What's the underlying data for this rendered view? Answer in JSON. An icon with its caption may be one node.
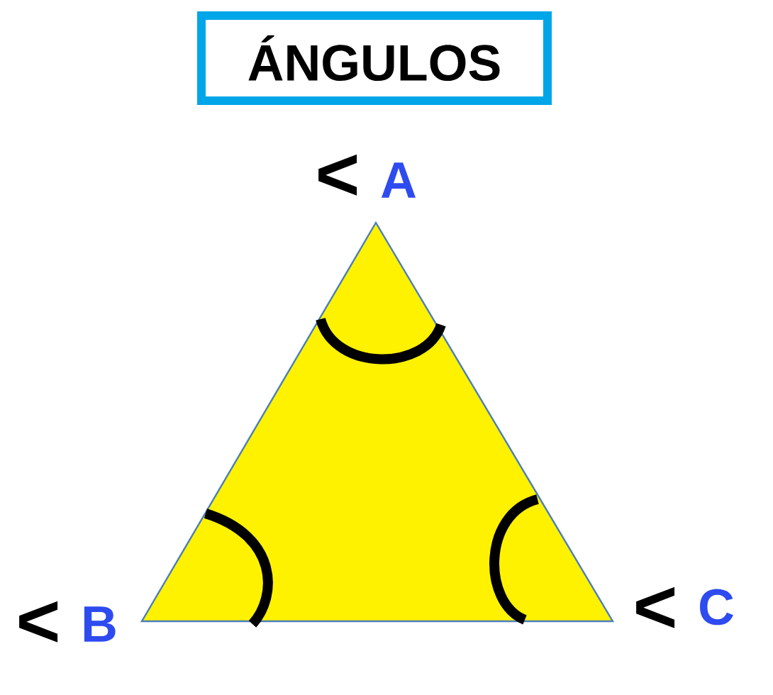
{
  "diagram": {
    "title": "ÁNGULOS",
    "labels": [
      "<",
      "A",
      "<",
      "B",
      "<",
      "C"
    ]
  }
}
